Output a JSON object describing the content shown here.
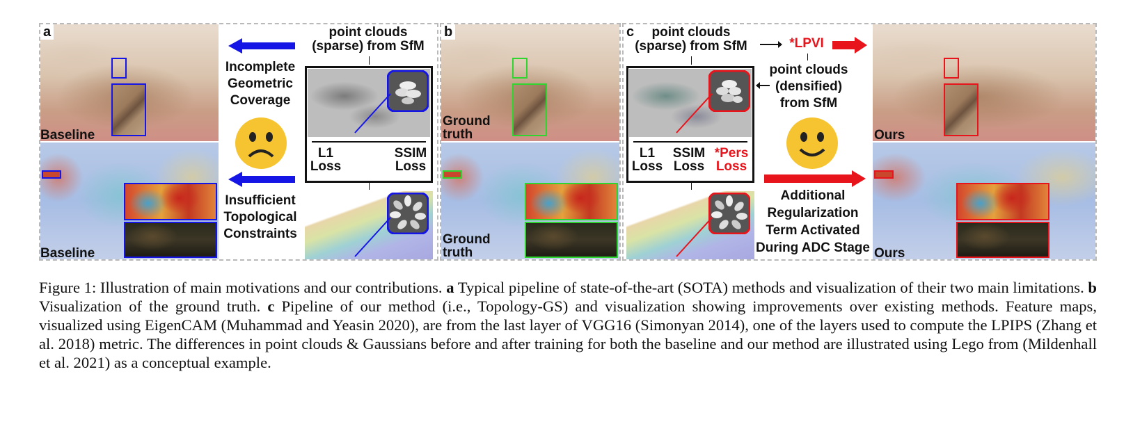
{
  "panels": {
    "a": {
      "letter": "a",
      "top_label": "Baseline",
      "bottom_label": "Baseline",
      "sparse_title": "point clouds\n(sparse) from SfM",
      "limit_1": "Incomplete\nGeometric\nCoverage",
      "limit_2": "Insufficient\nTopological\nConstraints",
      "loss_1": "L1\nLoss",
      "loss_2": "SSIM\nLoss",
      "face": "sad-face",
      "accent_color": "#1515e6"
    },
    "b": {
      "letter": "b",
      "top_label": "Ground\ntruth",
      "bottom_label": "Ground\ntruth",
      "accent_color": "#2fd62f"
    },
    "c": {
      "letter": "c",
      "sparse_title": "point clouds\n(sparse) from SfM",
      "lpvi": "*LPVI",
      "densified_title": "point clouds\n(densified)\nfrom SfM",
      "loss_1": "L1\nLoss",
      "loss_2": "SSIM\nLoss",
      "loss_3": "*Pers\nLoss",
      "additional": "Additional\nRegularization\nTerm Activated\nDuring ADC Stage",
      "face": "happy-face",
      "top_label": "Ours",
      "bottom_label": "Ours",
      "accent_color": "#e8141b"
    }
  },
  "caption": {
    "figure_label": "Figure 1:",
    "intro": " Illustration of main motivations and our contributions. ",
    "a_bold": "a",
    "a_text": " Typical pipeline of state-of-the-art (SOTA) methods and visualization of their two main limitations. ",
    "b_bold": "b",
    "b_text": " Visualization of the ground truth. ",
    "c_bold": "c",
    "c_text": " Pipeline of our method (i.e., Topology-GS) and visualization showing improvements over existing methods. Feature maps, visualized using EigenCAM (Muhammad and Yeasin 2020), are from the last layer of VGG16 (Simonyan 2014), one of the layers used to compute the LPIPS (Zhang et al. 2018) metric. The differences in point clouds & Gaussians before and after training for both the baseline and our method are illustrated using Lego from (Mildenhall et al. 2021) as a conceptual example."
  }
}
